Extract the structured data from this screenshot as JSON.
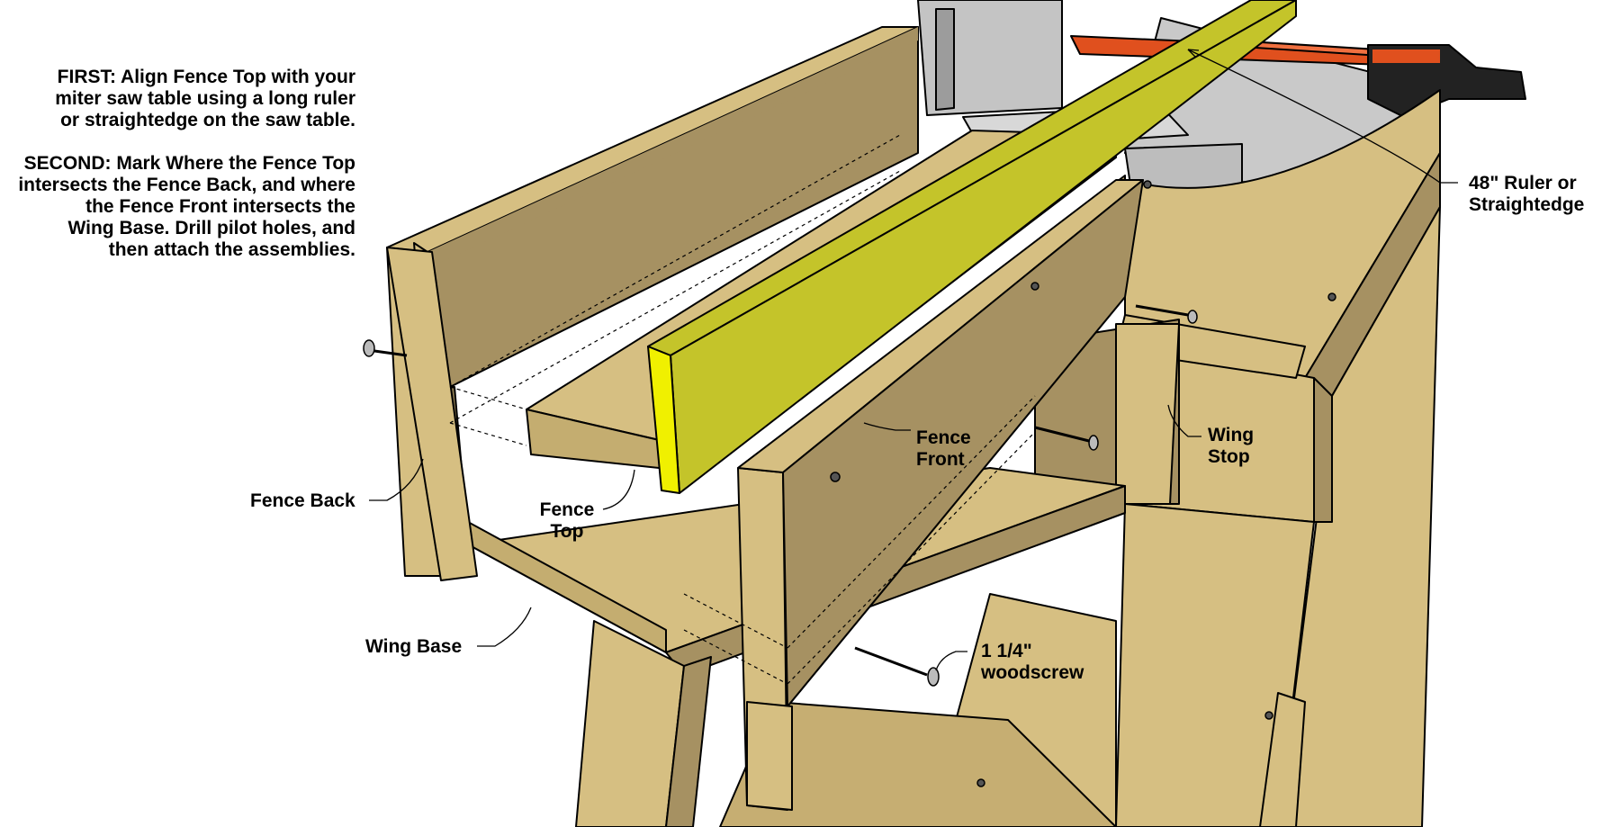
{
  "instructions": {
    "first": [
      "FIRST: Align Fence Top with your",
      "miter saw table using a long ruler",
      "or straightedge on the saw table."
    ],
    "second": [
      "SECOND: Mark Where the Fence Top",
      "intersects the Fence Back, and where",
      "the Fence Front intersects the",
      "Wing Base. Drill pilot holes, and",
      "then attach the assemblies."
    ]
  },
  "labels": {
    "ruler": [
      "48\" Ruler or",
      "Straightedge"
    ],
    "fence_back": "Fence Back",
    "fence_top": [
      "Fence",
      "Top"
    ],
    "fence_front": [
      "Fence",
      "Front"
    ],
    "wing_stop": [
      "Wing",
      "Stop"
    ],
    "wing_base": "Wing Base",
    "woodscrew": [
      "1 1/4\"",
      "woodscrew"
    ]
  },
  "colors": {
    "background": "#ffffff",
    "wood_light": "#d6bf82",
    "wood_face": "#a69162",
    "wood_shadow": "#8e7c52",
    "ruler": "#c4c42a",
    "ruler_edge": "#f0f000",
    "saw_metal": "#c6c6c6",
    "saw_red": "#e0501e",
    "outline": "#000000"
  }
}
